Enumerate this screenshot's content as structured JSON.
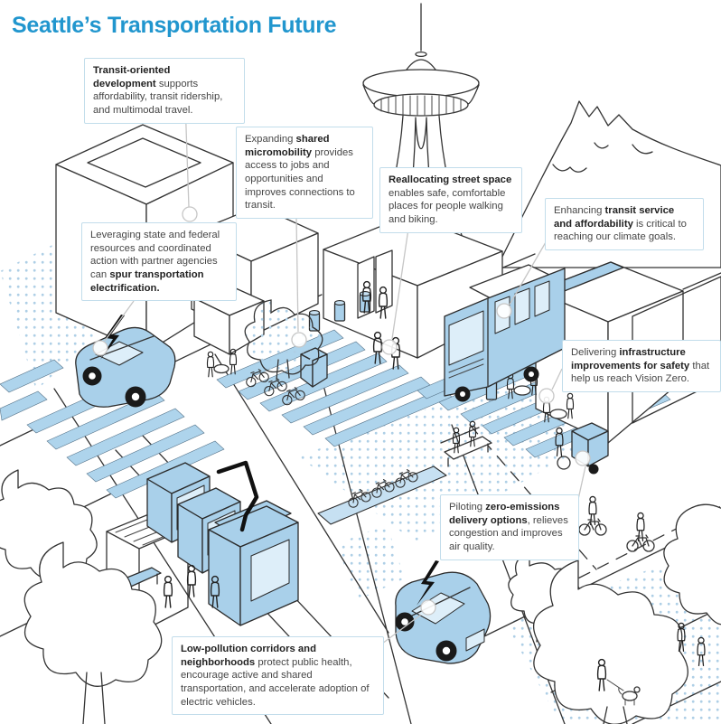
{
  "title": "Seattle’s Transportation Future",
  "colors": {
    "title_blue": "#2196ce",
    "illustration_blue": "#a9d0ea",
    "callout_border": "#c2ddeb",
    "callout_text": "#464646",
    "callout_bold_text": "#222222",
    "leader_gray": "#c6c6c6",
    "outline_dark": "#333333"
  },
  "callouts": [
    {
      "id": "transit-oriented-development",
      "pre": "",
      "bold": "Transit-oriented development",
      "post": " supports affordability, transit ridership, and multimodal travel."
    },
    {
      "id": "shared-micromobility",
      "pre": "Expanding ",
      "bold": "shared micromobility",
      "post": " provides access to jobs and opportunities and improves connections to transit."
    },
    {
      "id": "reallocating-street-space",
      "pre": "",
      "bold": "Reallocating street space",
      "post": " enables safe, comfortable places for people walking and biking."
    },
    {
      "id": "transit-service-and-affordability",
      "pre": "Enhancing ",
      "bold": "transit service and affordability",
      "post": " is critical to reaching our climate goals."
    },
    {
      "id": "transportation-electrification",
      "pre": "Leveraging state and federal resources and coordinated action with partner agencies can ",
      "bold": "spur transportation electrification.",
      "post": ""
    },
    {
      "id": "infrastructure-improvements-for-safety",
      "pre": "Delivering ",
      "bold": "infrastructure improvements for safety",
      "post": " that help us reach Vision Zero."
    },
    {
      "id": "zero-emissions-delivery",
      "pre": "Piloting ",
      "bold": "zero-emissions delivery options",
      "post": ", relieves congestion and improves air quality."
    },
    {
      "id": "low-pollution-corridors",
      "pre": "",
      "bold": "Low-pollution corridors and neighborhoods",
      "post": " protect public health, encourage active and shared transportation, and accelerate adoption of electric vehicles."
    }
  ],
  "scene_icons": [
    "space-needle",
    "mount-rainier",
    "streetcar",
    "electric-bus",
    "electric-car",
    "cargo-delivery-trike",
    "bicyclists",
    "transit-shelter",
    "bikeshare-station",
    "crosswalk",
    "bollards",
    "outdoor-dining",
    "pedestrians",
    "trees"
  ]
}
